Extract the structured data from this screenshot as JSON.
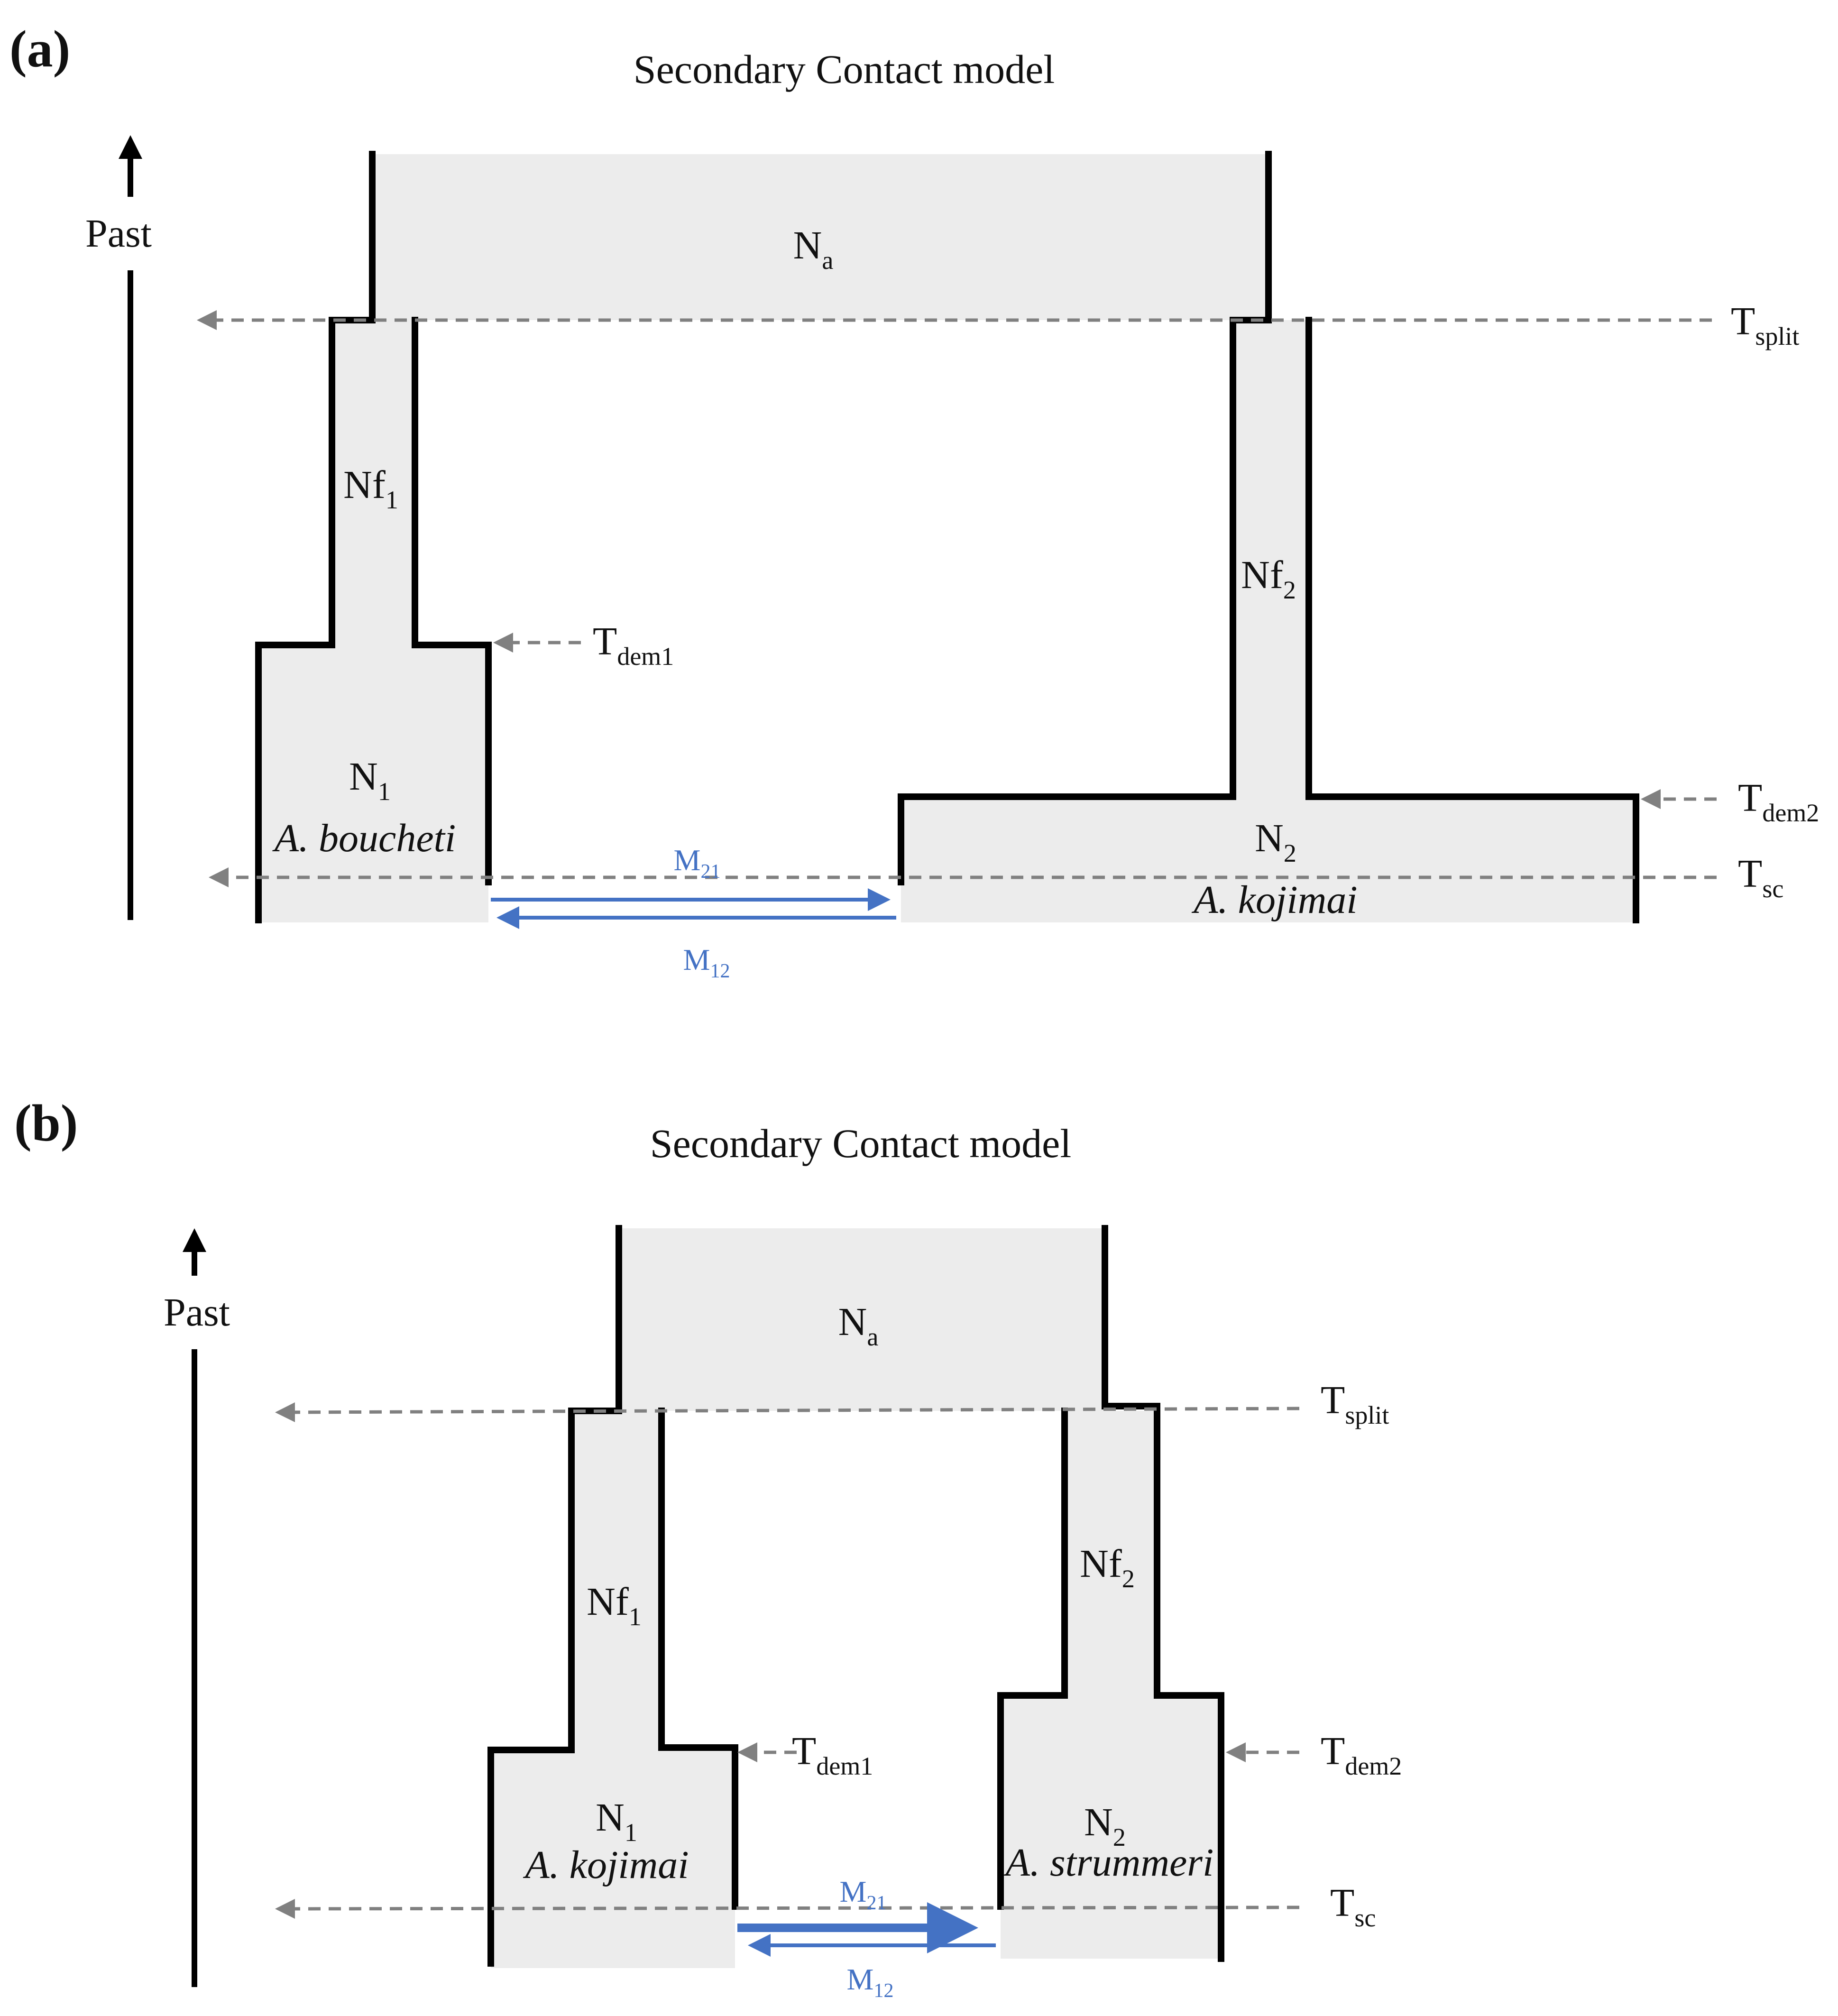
{
  "panels": [
    {
      "letter": "(a)",
      "title": "Secondary Contact model",
      "time_axis": "Past",
      "ancestral": {
        "name": "N",
        "sub": "a"
      },
      "pop1": {
        "founder": {
          "name": "Nf",
          "sub": "1"
        },
        "current": {
          "name": "N",
          "sub": "1"
        },
        "species": "A. boucheti"
      },
      "pop2": {
        "founder": {
          "name": "Nf",
          "sub": "2"
        },
        "current": {
          "name": "N",
          "sub": "2"
        },
        "species": "A. kojimai"
      },
      "times": {
        "split": {
          "name": "T",
          "sub": "split"
        },
        "dem1": {
          "name": "T",
          "sub": "dem1"
        },
        "dem2": {
          "name": "T",
          "sub": "dem2"
        },
        "sc": {
          "name": "T",
          "sub": "sc"
        }
      },
      "migration": {
        "m21": {
          "name": "M",
          "sub": "21"
        },
        "m12": {
          "name": "M",
          "sub": "12"
        }
      }
    },
    {
      "letter": "(b)",
      "title": "Secondary Contact model",
      "time_axis": "Past",
      "ancestral": {
        "name": "N",
        "sub": "a"
      },
      "pop1": {
        "founder": {
          "name": "Nf",
          "sub": "1"
        },
        "current": {
          "name": "N",
          "sub": "1"
        },
        "species": "A. kojimai"
      },
      "pop2": {
        "founder": {
          "name": "Nf",
          "sub": "2"
        },
        "current": {
          "name": "N",
          "sub": "2"
        },
        "species": "A. strummeri"
      },
      "times": {
        "split": {
          "name": "T",
          "sub": "split"
        },
        "dem1": {
          "name": "T",
          "sub": "dem1"
        },
        "dem2": {
          "name": "T",
          "sub": "dem2"
        },
        "sc": {
          "name": "T",
          "sub": "sc"
        }
      },
      "migration": {
        "m21": {
          "name": "M",
          "sub": "21"
        },
        "m12": {
          "name": "M",
          "sub": "12"
        }
      }
    }
  ],
  "colors": {
    "population_fill": "#ececec",
    "migration": "#4472c4",
    "time_marker": "#808080",
    "outline": "#000000"
  }
}
